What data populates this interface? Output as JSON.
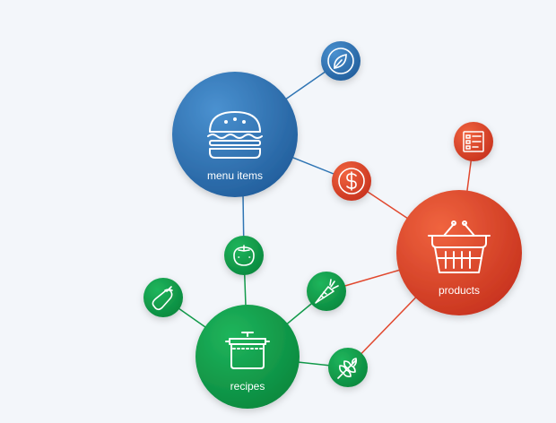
{
  "nodes": {
    "menu_items": {
      "label": "menu items",
      "icon": "burger-icon",
      "color": "#2f75b4"
    },
    "products": {
      "label": "products",
      "icon": "basket-icon",
      "color": "#e1482e"
    },
    "recipes": {
      "label": "recipes",
      "icon": "cooking-pot-icon",
      "color": "#119a4a"
    }
  },
  "satellites": [
    {
      "name": "leaf-coin",
      "icon": "leaf-icon",
      "color": "#2f75b4"
    },
    {
      "name": "dollar-coin",
      "icon": "dollar-icon",
      "color": "#e1482e"
    },
    {
      "name": "checklist",
      "icon": "checklist-icon",
      "color": "#e1482e"
    },
    {
      "name": "tomato",
      "icon": "tomato-icon",
      "color": "#119a4a"
    },
    {
      "name": "eggplant",
      "icon": "eggplant-icon",
      "color": "#119a4a"
    },
    {
      "name": "carrot",
      "icon": "carrot-icon",
      "color": "#119a4a"
    },
    {
      "name": "wheat",
      "icon": "wheat-icon",
      "color": "#119a4a"
    }
  ],
  "colors": {
    "background": "#f3f6fa",
    "blue": "#2f75b4",
    "red": "#e1482e",
    "green": "#119a4a"
  }
}
